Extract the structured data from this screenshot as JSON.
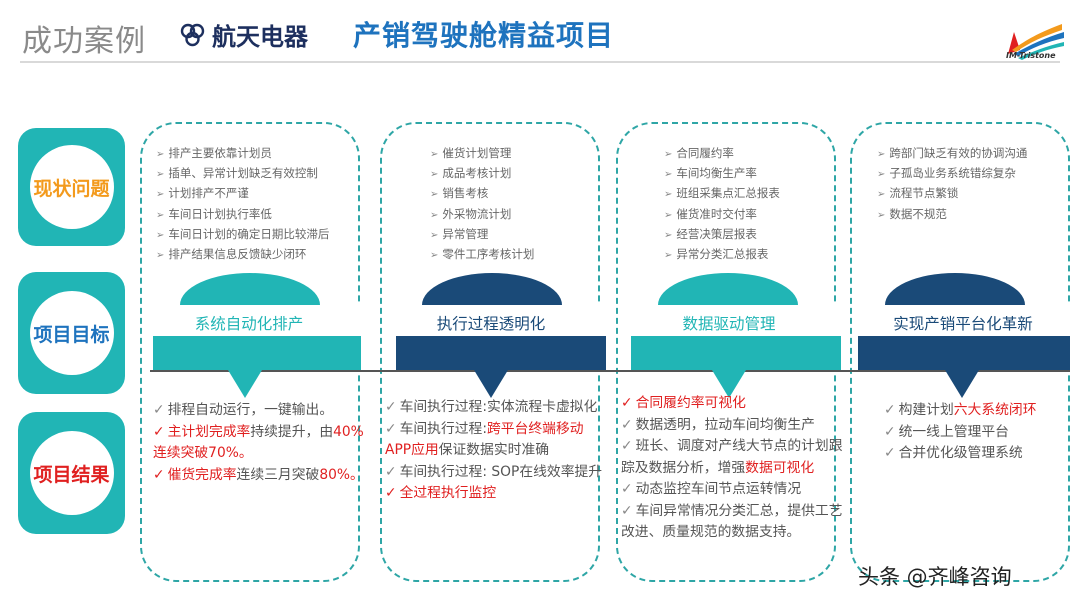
{
  "header": {
    "section_title": "成功案例",
    "logo_text": "航天电器",
    "project_title": "产销驾驶舱精益项目",
    "brand_name": "IM-Tristone"
  },
  "colors": {
    "teal": "#21b5b5",
    "navy": "#1a4a78",
    "orange": "#f39a1c",
    "blue": "#1e73be",
    "red": "#e02020"
  },
  "rows": {
    "status": "现状问题",
    "goal": "项目目标",
    "result": "项目结果"
  },
  "columns": [
    {
      "problems": [
        "排产主要依靠计划员",
        "插单、异常计划缺乏有效控制",
        "计划排产不严谨",
        "车间日计划执行率低",
        "车间日计划的确定日期比较滞后",
        "排产结果信息反馈缺少闭环"
      ],
      "goal": "系统自动化排产",
      "results": [
        [
          {
            "t": "排程自动运行，一键输出。",
            "h": false
          }
        ],
        [
          {
            "t": "主计划完成率",
            "h": true
          },
          {
            "t": "持续提升，由",
            "h": false
          },
          {
            "t": "40%连续突破70%。",
            "h": true
          }
        ],
        [
          {
            "t": "催货完成率",
            "h": true
          },
          {
            "t": "连续三月突破",
            "h": false
          },
          {
            "t": "80%。",
            "h": true
          }
        ]
      ]
    },
    {
      "problems": [
        "催货计划管理",
        "成品考核计划",
        "销售考核",
        "外采物流计划",
        "异常管理",
        "零件工序考核计划"
      ],
      "goal": "执行过程透明化",
      "results": [
        [
          {
            "t": "车间执行过程:实体流程卡虚拟化",
            "h": false
          }
        ],
        [
          {
            "t": "车间执行过程:",
            "h": false
          },
          {
            "t": "跨平台终端移动APP应用",
            "h": true
          },
          {
            "t": "保证数据实时准确",
            "h": false
          }
        ],
        [
          {
            "t": "车间执行过程: SOP在线效率提升",
            "h": false
          }
        ],
        [
          {
            "t": "全过程执行监控",
            "h": true
          }
        ]
      ]
    },
    {
      "problems": [
        "合同履约率",
        "车间均衡生产率",
        "班组采集点汇总报表",
        "催货准时交付率",
        "经营决策层报表",
        "异常分类汇总报表"
      ],
      "goal": "数据驱动管理",
      "results": [
        [
          {
            "t": "合同履约率可视化",
            "h": true
          }
        ],
        [
          {
            "t": "数据透明，拉动车间均衡生产",
            "h": false
          }
        ],
        [
          {
            "t": "班长、调度对产线大节点的计划跟踪及数据分析，增强",
            "h": false
          },
          {
            "t": "数据可视化",
            "h": true
          }
        ],
        [
          {
            "t": "动态监控车间节点运转情况",
            "h": false
          }
        ],
        [
          {
            "t": "车间异常情况分类汇总，提供工艺改进、质量规范的数据支持。",
            "h": false
          }
        ]
      ]
    },
    {
      "problems": [
        "跨部门缺乏有效的协调沟通",
        "子孤岛业务系统错综复杂",
        "流程节点繁锁",
        "数据不规范"
      ],
      "goal": "实现产销平台化革新",
      "results": [
        [
          {
            "t": "构建计划",
            "h": false
          },
          {
            "t": "六大系统闭环",
            "h": true
          }
        ],
        [
          {
            "t": "统一线上管理平台",
            "h": false
          }
        ],
        [
          {
            "t": "合并优化级管理系统",
            "h": false
          }
        ]
      ]
    }
  ],
  "watermark": "头条 @齐峰咨询"
}
